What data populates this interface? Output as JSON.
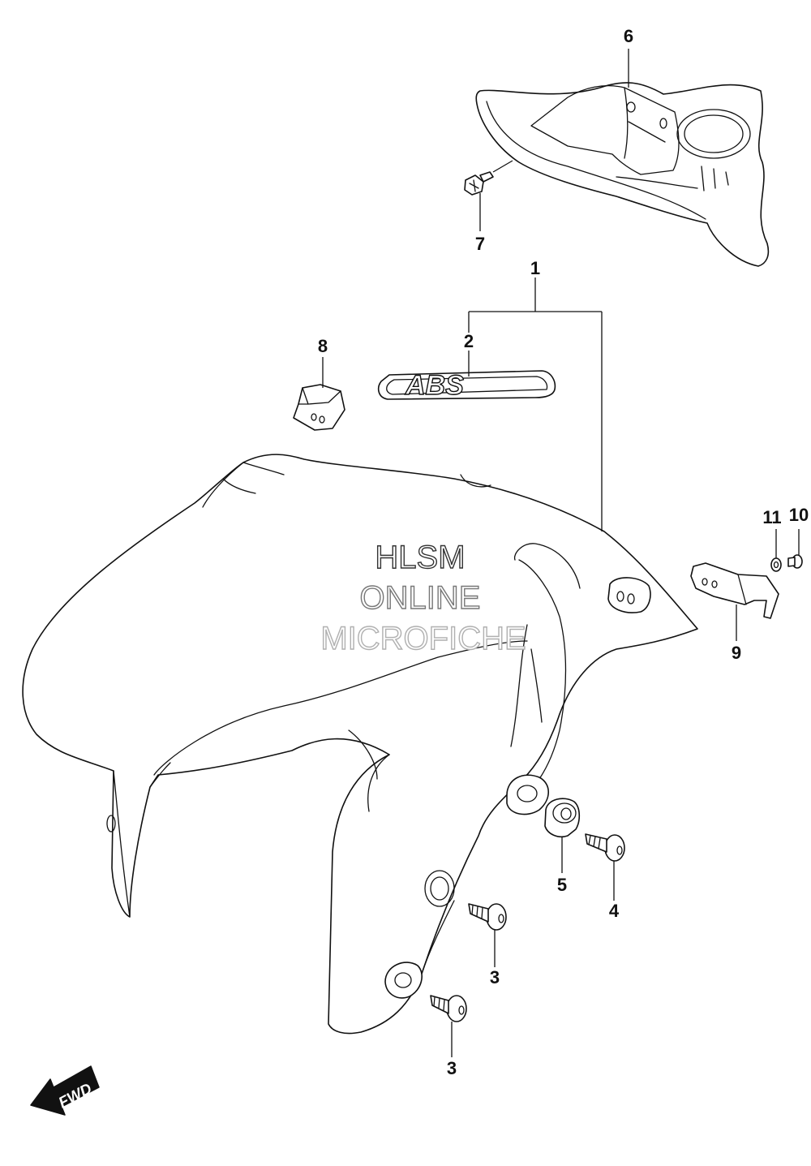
{
  "callouts": {
    "c1": "1",
    "c2": "2",
    "c3a": "3",
    "c3b": "3",
    "c4": "4",
    "c5": "5",
    "c6": "6",
    "c7": "7",
    "c8": "8",
    "c9": "9",
    "c10": "10",
    "c11": "11"
  },
  "emblem": {
    "text": "ABS"
  },
  "watermark": {
    "line1": "HLSM",
    "line2": "ONLINE",
    "line3": "MICROFICHE"
  },
  "direction": {
    "label": "FWD"
  },
  "colors": {
    "line": "#111111",
    "background": "#ffffff",
    "watermark_hlsm": "#333333",
    "watermark_online": "#777777",
    "watermark_micro": "#b0b0b0"
  }
}
